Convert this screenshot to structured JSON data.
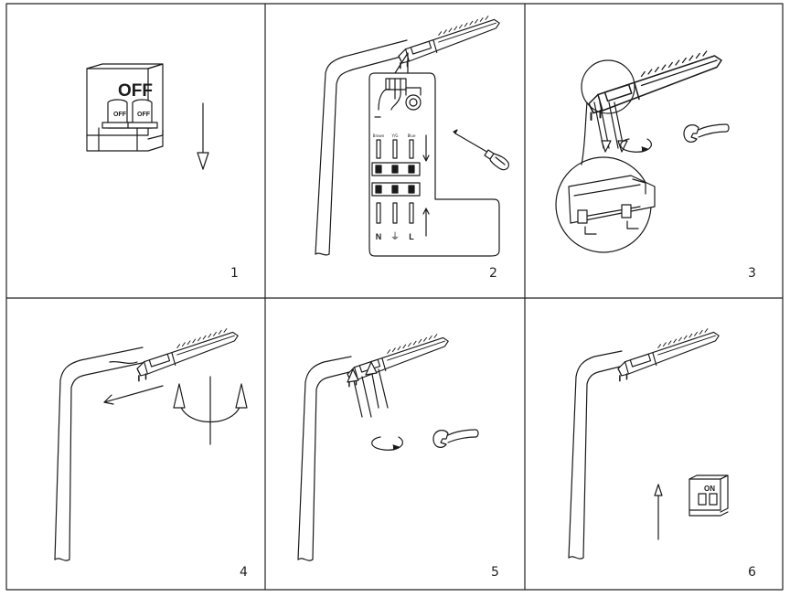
{
  "steps": [
    {
      "number": "1",
      "switch_title": "OFF",
      "switch_left": "OFF",
      "switch_right": "OFF"
    },
    {
      "number": "2",
      "terminal_top_labels": [
        "Brown",
        "Y/G",
        "Blue"
      ],
      "terminal_bottom_labels": [
        "N",
        "⏚",
        "L"
      ]
    },
    {
      "number": "3"
    },
    {
      "number": "4"
    },
    {
      "number": "5"
    },
    {
      "number": "6",
      "switch_title": "ON"
    }
  ],
  "colors": {
    "line": "#1a1a1a",
    "background": "#ffffff"
  }
}
